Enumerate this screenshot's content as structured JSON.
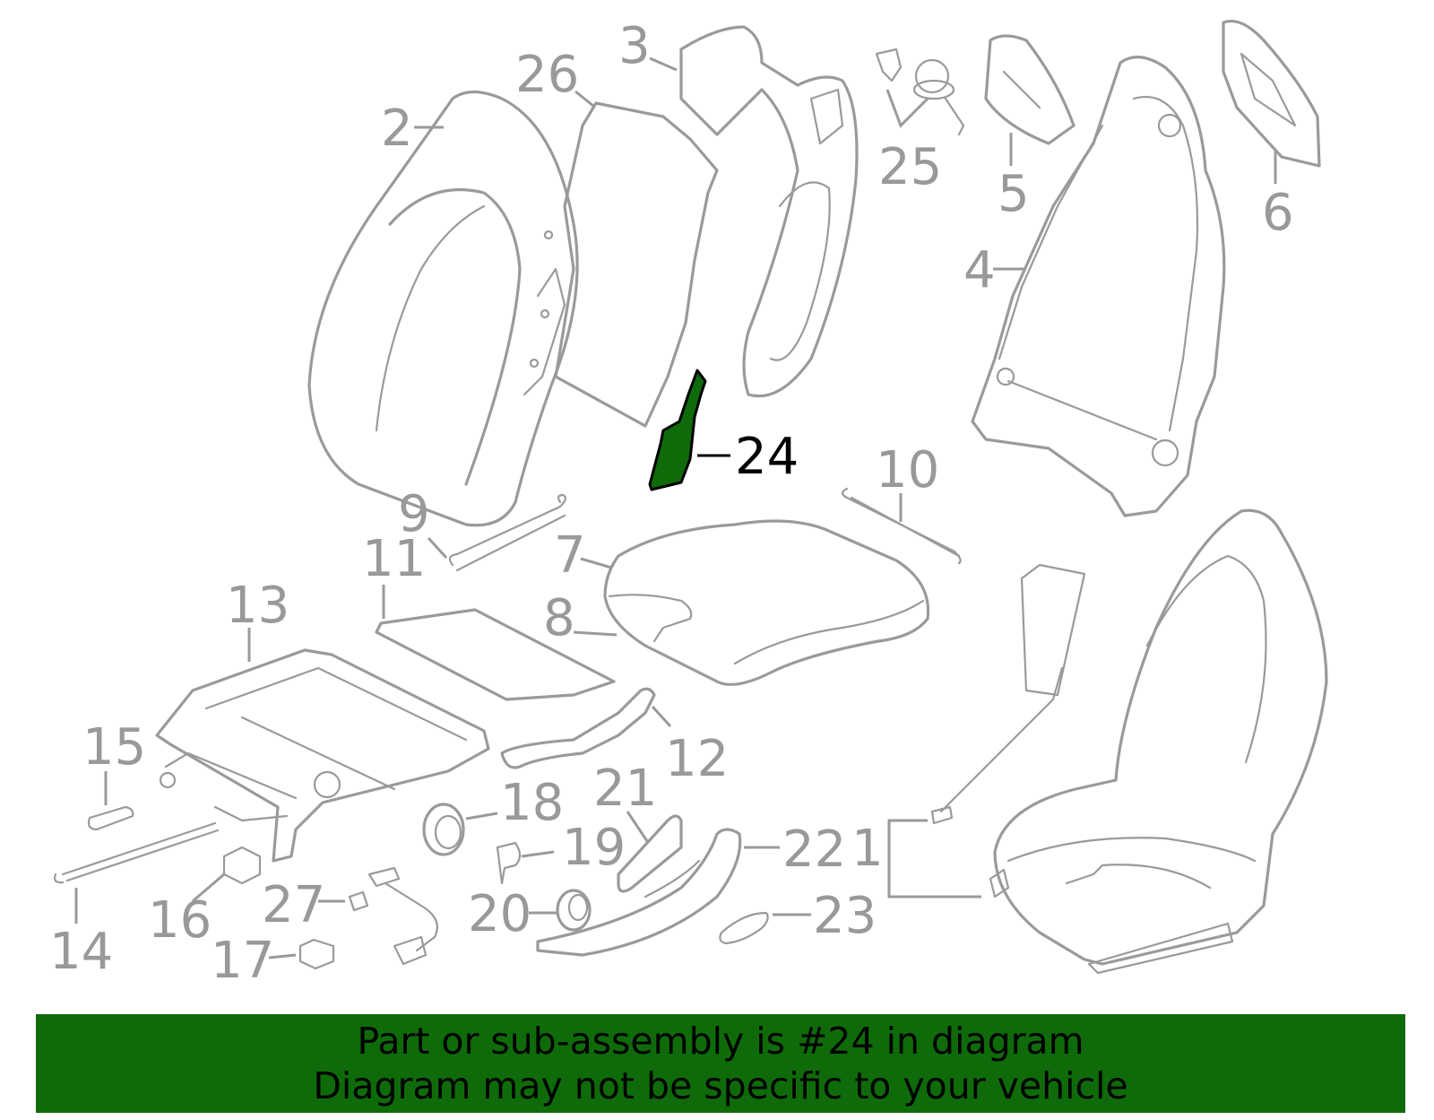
{
  "callouts": [
    {
      "id": "1",
      "label": "1"
    },
    {
      "id": "2",
      "label": "2"
    },
    {
      "id": "3",
      "label": "3"
    },
    {
      "id": "4",
      "label": "4"
    },
    {
      "id": "5",
      "label": "5"
    },
    {
      "id": "6",
      "label": "6"
    },
    {
      "id": "7",
      "label": "7"
    },
    {
      "id": "8",
      "label": "8"
    },
    {
      "id": "9",
      "label": "9"
    },
    {
      "id": "10",
      "label": "10"
    },
    {
      "id": "11",
      "label": "11"
    },
    {
      "id": "12",
      "label": "12"
    },
    {
      "id": "13",
      "label": "13"
    },
    {
      "id": "14",
      "label": "14"
    },
    {
      "id": "15",
      "label": "15"
    },
    {
      "id": "16",
      "label": "16"
    },
    {
      "id": "17",
      "label": "17"
    },
    {
      "id": "18",
      "label": "18"
    },
    {
      "id": "19",
      "label": "19"
    },
    {
      "id": "20",
      "label": "20"
    },
    {
      "id": "21",
      "label": "21"
    },
    {
      "id": "22",
      "label": "22"
    },
    {
      "id": "23",
      "label": "23"
    },
    {
      "id": "24",
      "label": "24"
    },
    {
      "id": "25",
      "label": "25"
    },
    {
      "id": "26",
      "label": "26"
    },
    {
      "id": "27",
      "label": "27"
    }
  ],
  "highlighted_part": "24",
  "colors": {
    "line_art": "#9a9a9a",
    "highlight_fill": "#0f6b0a",
    "banner_background": "#0f6b0a",
    "banner_text": "#000000"
  },
  "banner": {
    "line1": "Part or sub-assembly is #24 in diagram",
    "line2": "Diagram may not be specific to your vehicle"
  }
}
